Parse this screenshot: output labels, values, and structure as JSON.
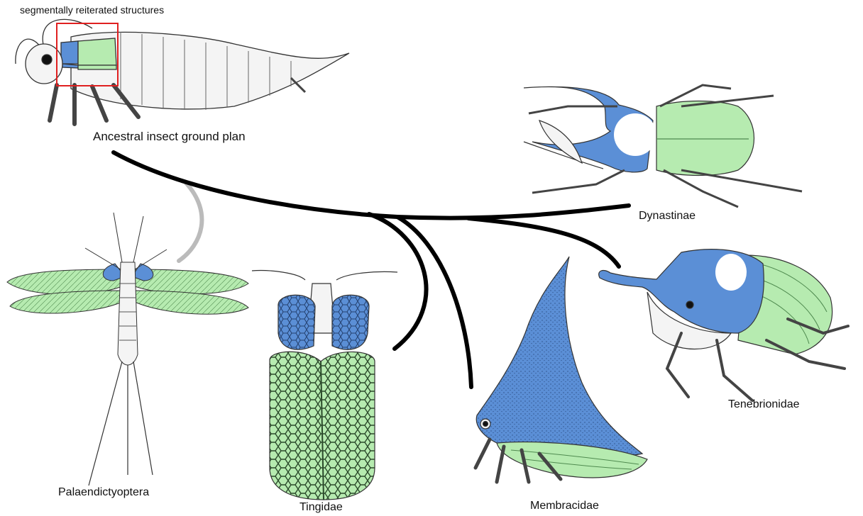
{
  "labels": {
    "top_note": "segmentally reiterated structures",
    "ancestor": "Ancestral insect ground plan",
    "taxa": {
      "palaeodictyoptera": "Palaendictyoptera",
      "tingidae": "Tingidae",
      "membracidae": "Membracidae",
      "dynastinae": "Dynastinae",
      "tenebrionidae": "Tenebrionidae"
    }
  },
  "colors": {
    "background": "#ffffff",
    "tree_lines": "#000000",
    "extinct_branch": "#bbbbbb",
    "pronotal_blue": "#5b8fd6",
    "wing_green": "#b6ebb0",
    "highlight_box": "#e02020",
    "outline": "#333333",
    "body_fill": "#f4f4f4"
  },
  "icons": {
    "ancestor": "insect-larva-icon",
    "palaeodictyoptera": "winged-insect-icon",
    "tingidae": "lace-bug-icon",
    "membracidae": "treehopper-icon",
    "dynastinae": "rhinoceros-beetle-icon",
    "tenebrionidae": "horned-beetle-icon"
  }
}
